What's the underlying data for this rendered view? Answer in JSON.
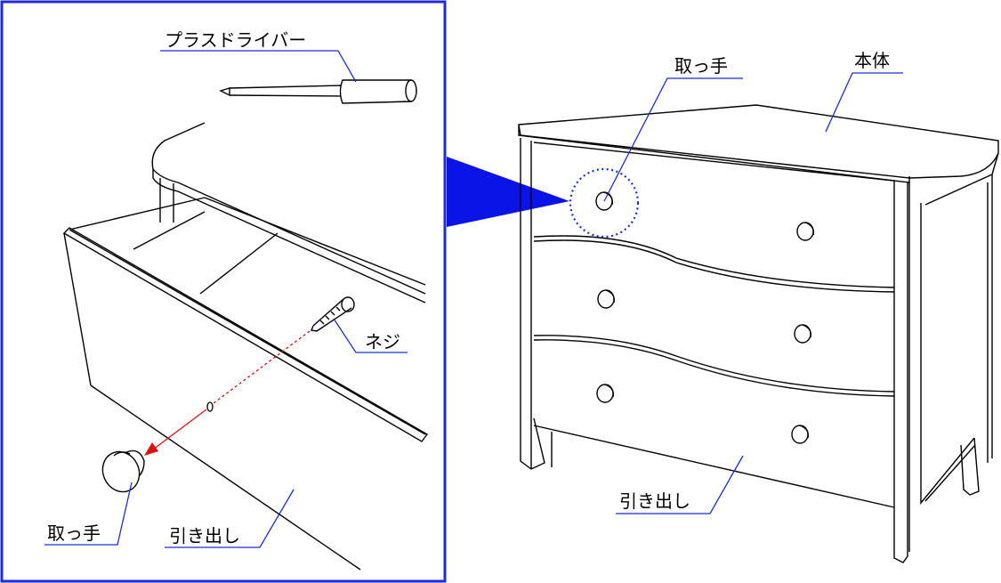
{
  "detail_view": {
    "labels": {
      "screwdriver": "プラスドライバー",
      "screw": "ネジ",
      "knob": "取っ手",
      "drawer": "引き出し"
    }
  },
  "main_view": {
    "labels": {
      "knob": "取っ手",
      "body": "本体",
      "drawer": "引き出し"
    }
  },
  "colors": {
    "frame": "#1d2bd8",
    "callout": "#0a14e6",
    "arrow": "#e01010",
    "ink": "#000000"
  }
}
